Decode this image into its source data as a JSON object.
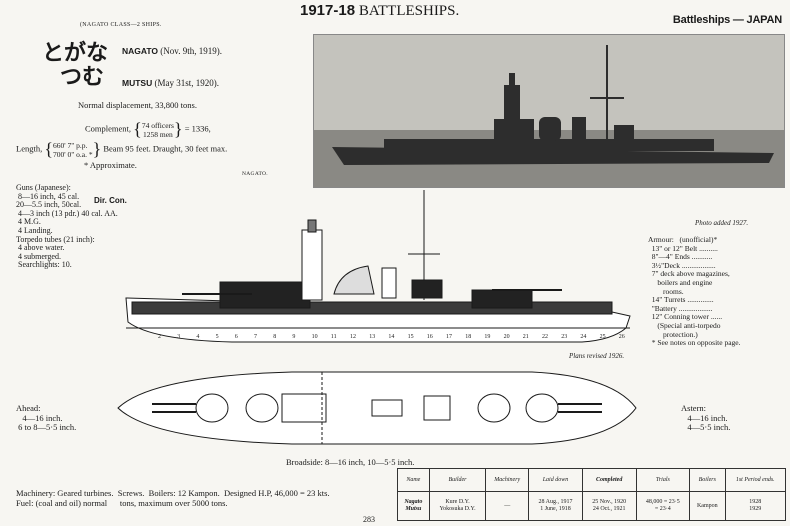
{
  "header": {
    "center_years": "1917-18",
    "center_title": "BATTLESHIPS.",
    "right": "Battleships — JAPAN"
  },
  "class_line": "(NAGATO   CLASS—2   SHIPS.",
  "japanese_names": [
    "とがな",
    "つむ"
  ],
  "ships": [
    {
      "name": "NAGATO",
      "date": "(Nov. 9th, 1919)."
    },
    {
      "name": "MUTSU",
      "date": "(May 31st, 1920)."
    }
  ],
  "displacement": "Normal displacement, 33,800 tons.",
  "complement": {
    "label": "Complement,",
    "officers": "74 officers",
    "men": "1258 men",
    "total": "= 1336,"
  },
  "length": {
    "label": "Length,",
    "pp": "660' 7\" p.p.",
    "oa": "700' 0\" o.a. *",
    "rest": "Beam 95 feet.  Draught, 30 feet max."
  },
  "approx_note": "* Approximate.",
  "nagato_small": "NAGATO.",
  "guns": "Guns (Japanese):\n 8—16 inch, 45 cal.\n20—5.5 inch, 50cal.\n 4—3 inch (13 pdr.) 40 cal. AA.\n 4 M.G.\n 4 Landing.\nTorpedo tubes (21 inch):\n 4 above water.\n 4 submerged.\n Searchlights: 10.",
  "dir_con": "Dir. Con.",
  "photo_caption": "Photo added 1927.",
  "armour": "Armour:   (unofficial)*\n  13\" or 12\" Belt ..........\n  8\"—4\" Ends ...........\n  3½\"Deck ..................\n  7\" deck above magazines,\n     boilers and engine\n        rooms.\n  14\" Turrets ..............\n  \"Battery ..................\n  12\" Conning tower ......\n     (Special anti-torpedo\n        protection.)\n  * See notes on opposite page.",
  "plans_revised": "Plans revised 1926.",
  "ahead": "Ahead:\n   4—16 inch.\n 6 to 8—5·5 inch.",
  "astern": "Astern:\n   4—16 inch.\n   4—5·5 inch.",
  "broadside": "Broadside:  8—16 inch,  10—5·5 inch.",
  "machinery": "Machinery: Geared turbines.  Screws.  Boilers: 12 Kampon.  Designed H.P, 46,000 = 23 kts.\nFuel: (coal and oil) normal      tons, maximum over 5000 tons.",
  "page_number": "283",
  "table": {
    "headers": [
      "Name",
      "Builder",
      "Machinery",
      "Laid down",
      "Completed",
      "Trials",
      "Boilers",
      "1st Period ends."
    ],
    "row": [
      "Nagato\nMutsu",
      "Kure D.Y.\nYokosuka D.Y.",
      "—",
      "28 Aug., 1917\n1 June, 1918",
      "25 Nov., 1920\n24 Oct., 1921",
      "48,000 = 23·5\n= 23·4",
      "Kampon",
      "1928\n1929"
    ]
  },
  "compartment_numbers": [
    "2",
    "3",
    "4",
    "5",
    "6",
    "7",
    "8",
    "9",
    "10",
    "11",
    "12",
    "13",
    "14",
    "15",
    "16",
    "17",
    "18",
    "19",
    "20",
    "21",
    "22",
    "23",
    "24",
    "25",
    "26"
  ]
}
